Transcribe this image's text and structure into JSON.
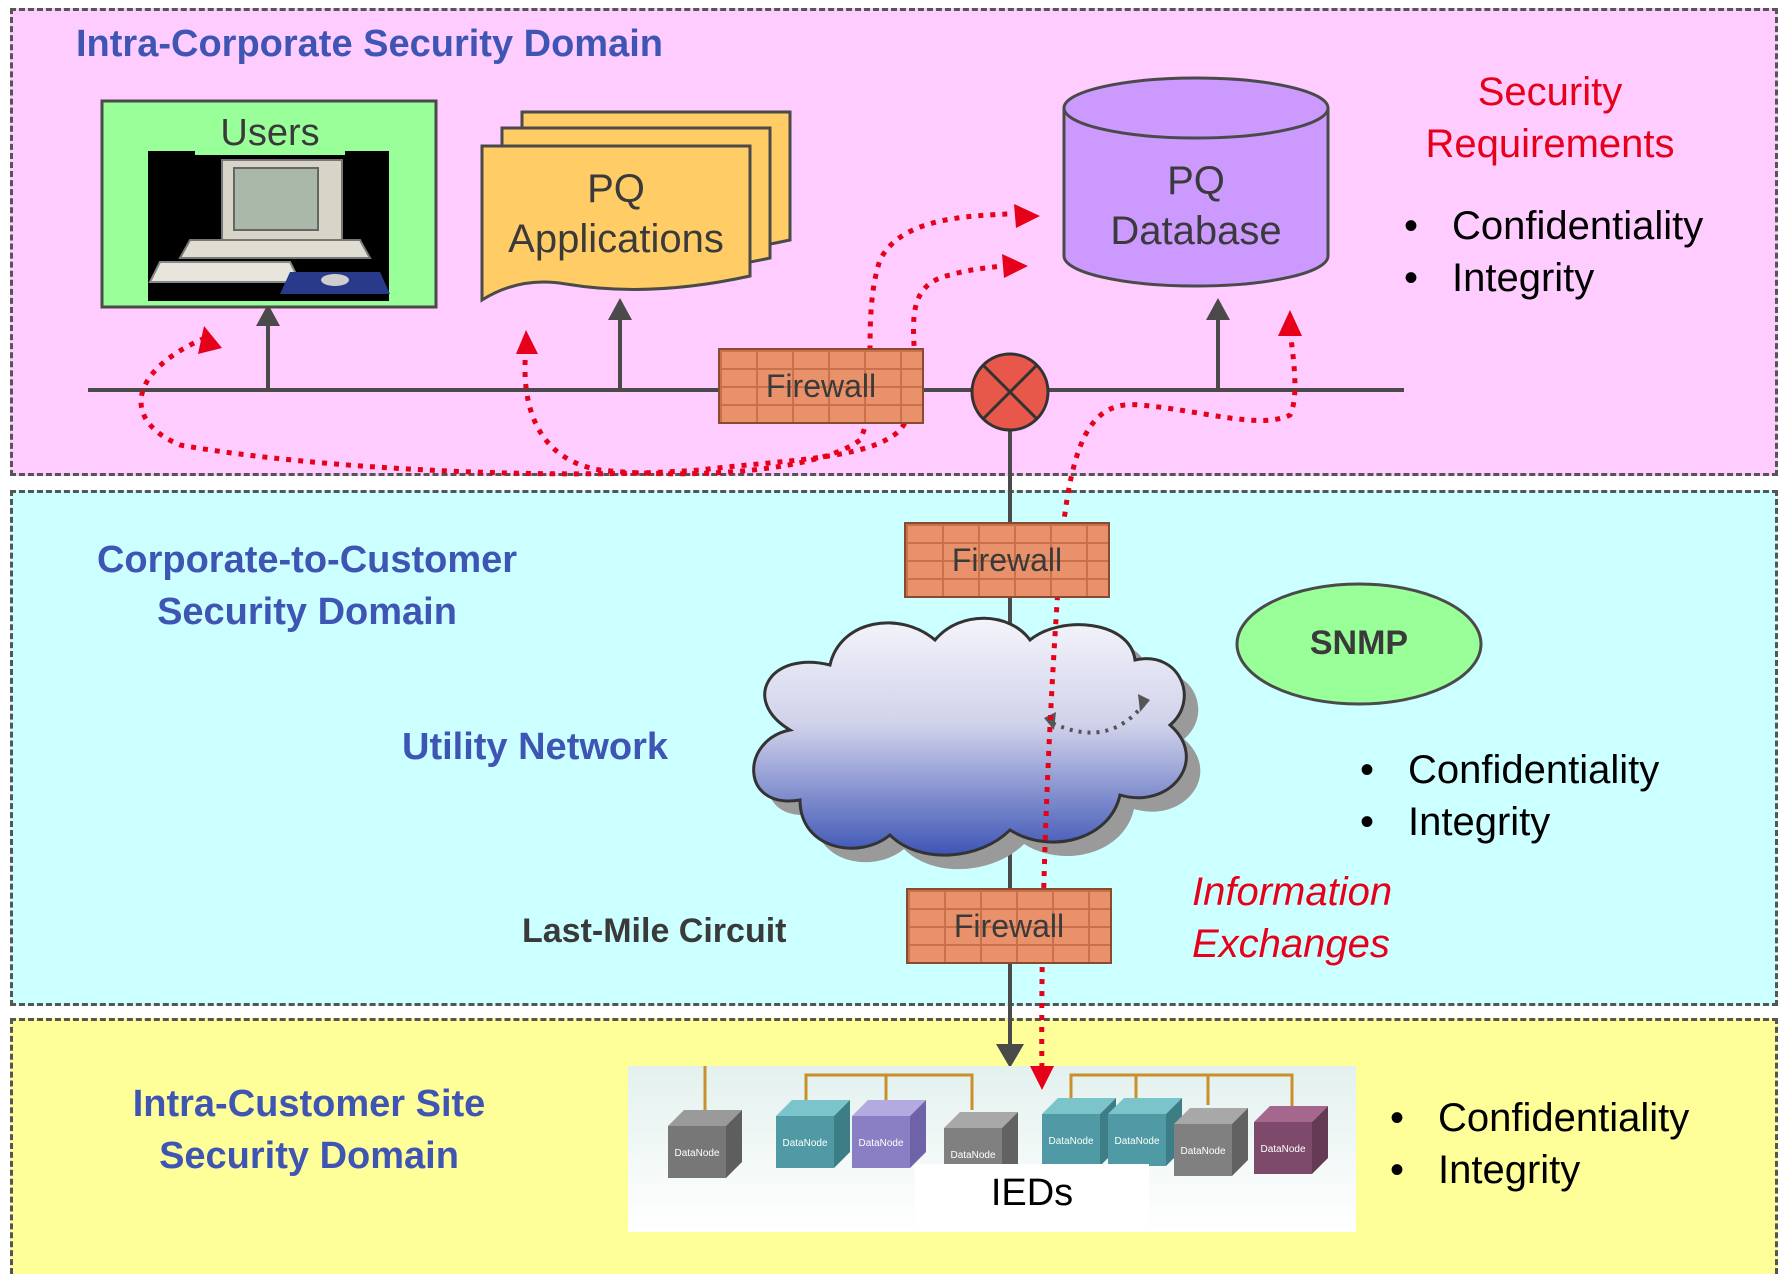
{
  "zones": {
    "intra_corporate": {
      "title": "Intra-Corporate Security Domain"
    },
    "corp_to_customer": {
      "title_line1": "Corporate-to-Customer",
      "title_line2": "Security Domain"
    },
    "intra_customer": {
      "title_line1": "Intra-Customer Site",
      "title_line2": "Security Domain"
    }
  },
  "nodes": {
    "users": "Users",
    "pq_applications_line1": "PQ",
    "pq_applications_line2": "Applications",
    "pq_database_line1": "PQ",
    "pq_database_line2": "Database",
    "firewall": "Firewall",
    "snmp": "SNMP",
    "utility_network": "Utility Network",
    "last_mile": "Last-Mile Circuit",
    "ieds": "IEDs",
    "datanode": "DataNode"
  },
  "security_requirements": {
    "line1": "Security",
    "line2": "Requirements"
  },
  "info_exchanges": {
    "line1": "Information",
    "line2": "Exchanges"
  },
  "requirements": {
    "corporate": [
      "Confidentiality",
      "Integrity"
    ],
    "network": [
      "Confidentiality",
      "Integrity"
    ],
    "customer": [
      "Confidentiality",
      "Integrity"
    ]
  },
  "colors": {
    "corporate_bg": "#ffccff",
    "network_bg": "#ccffff",
    "customer_bg": "#ffff99",
    "title_blue": "#3f55b4",
    "exchange_red": "#e6001a"
  }
}
